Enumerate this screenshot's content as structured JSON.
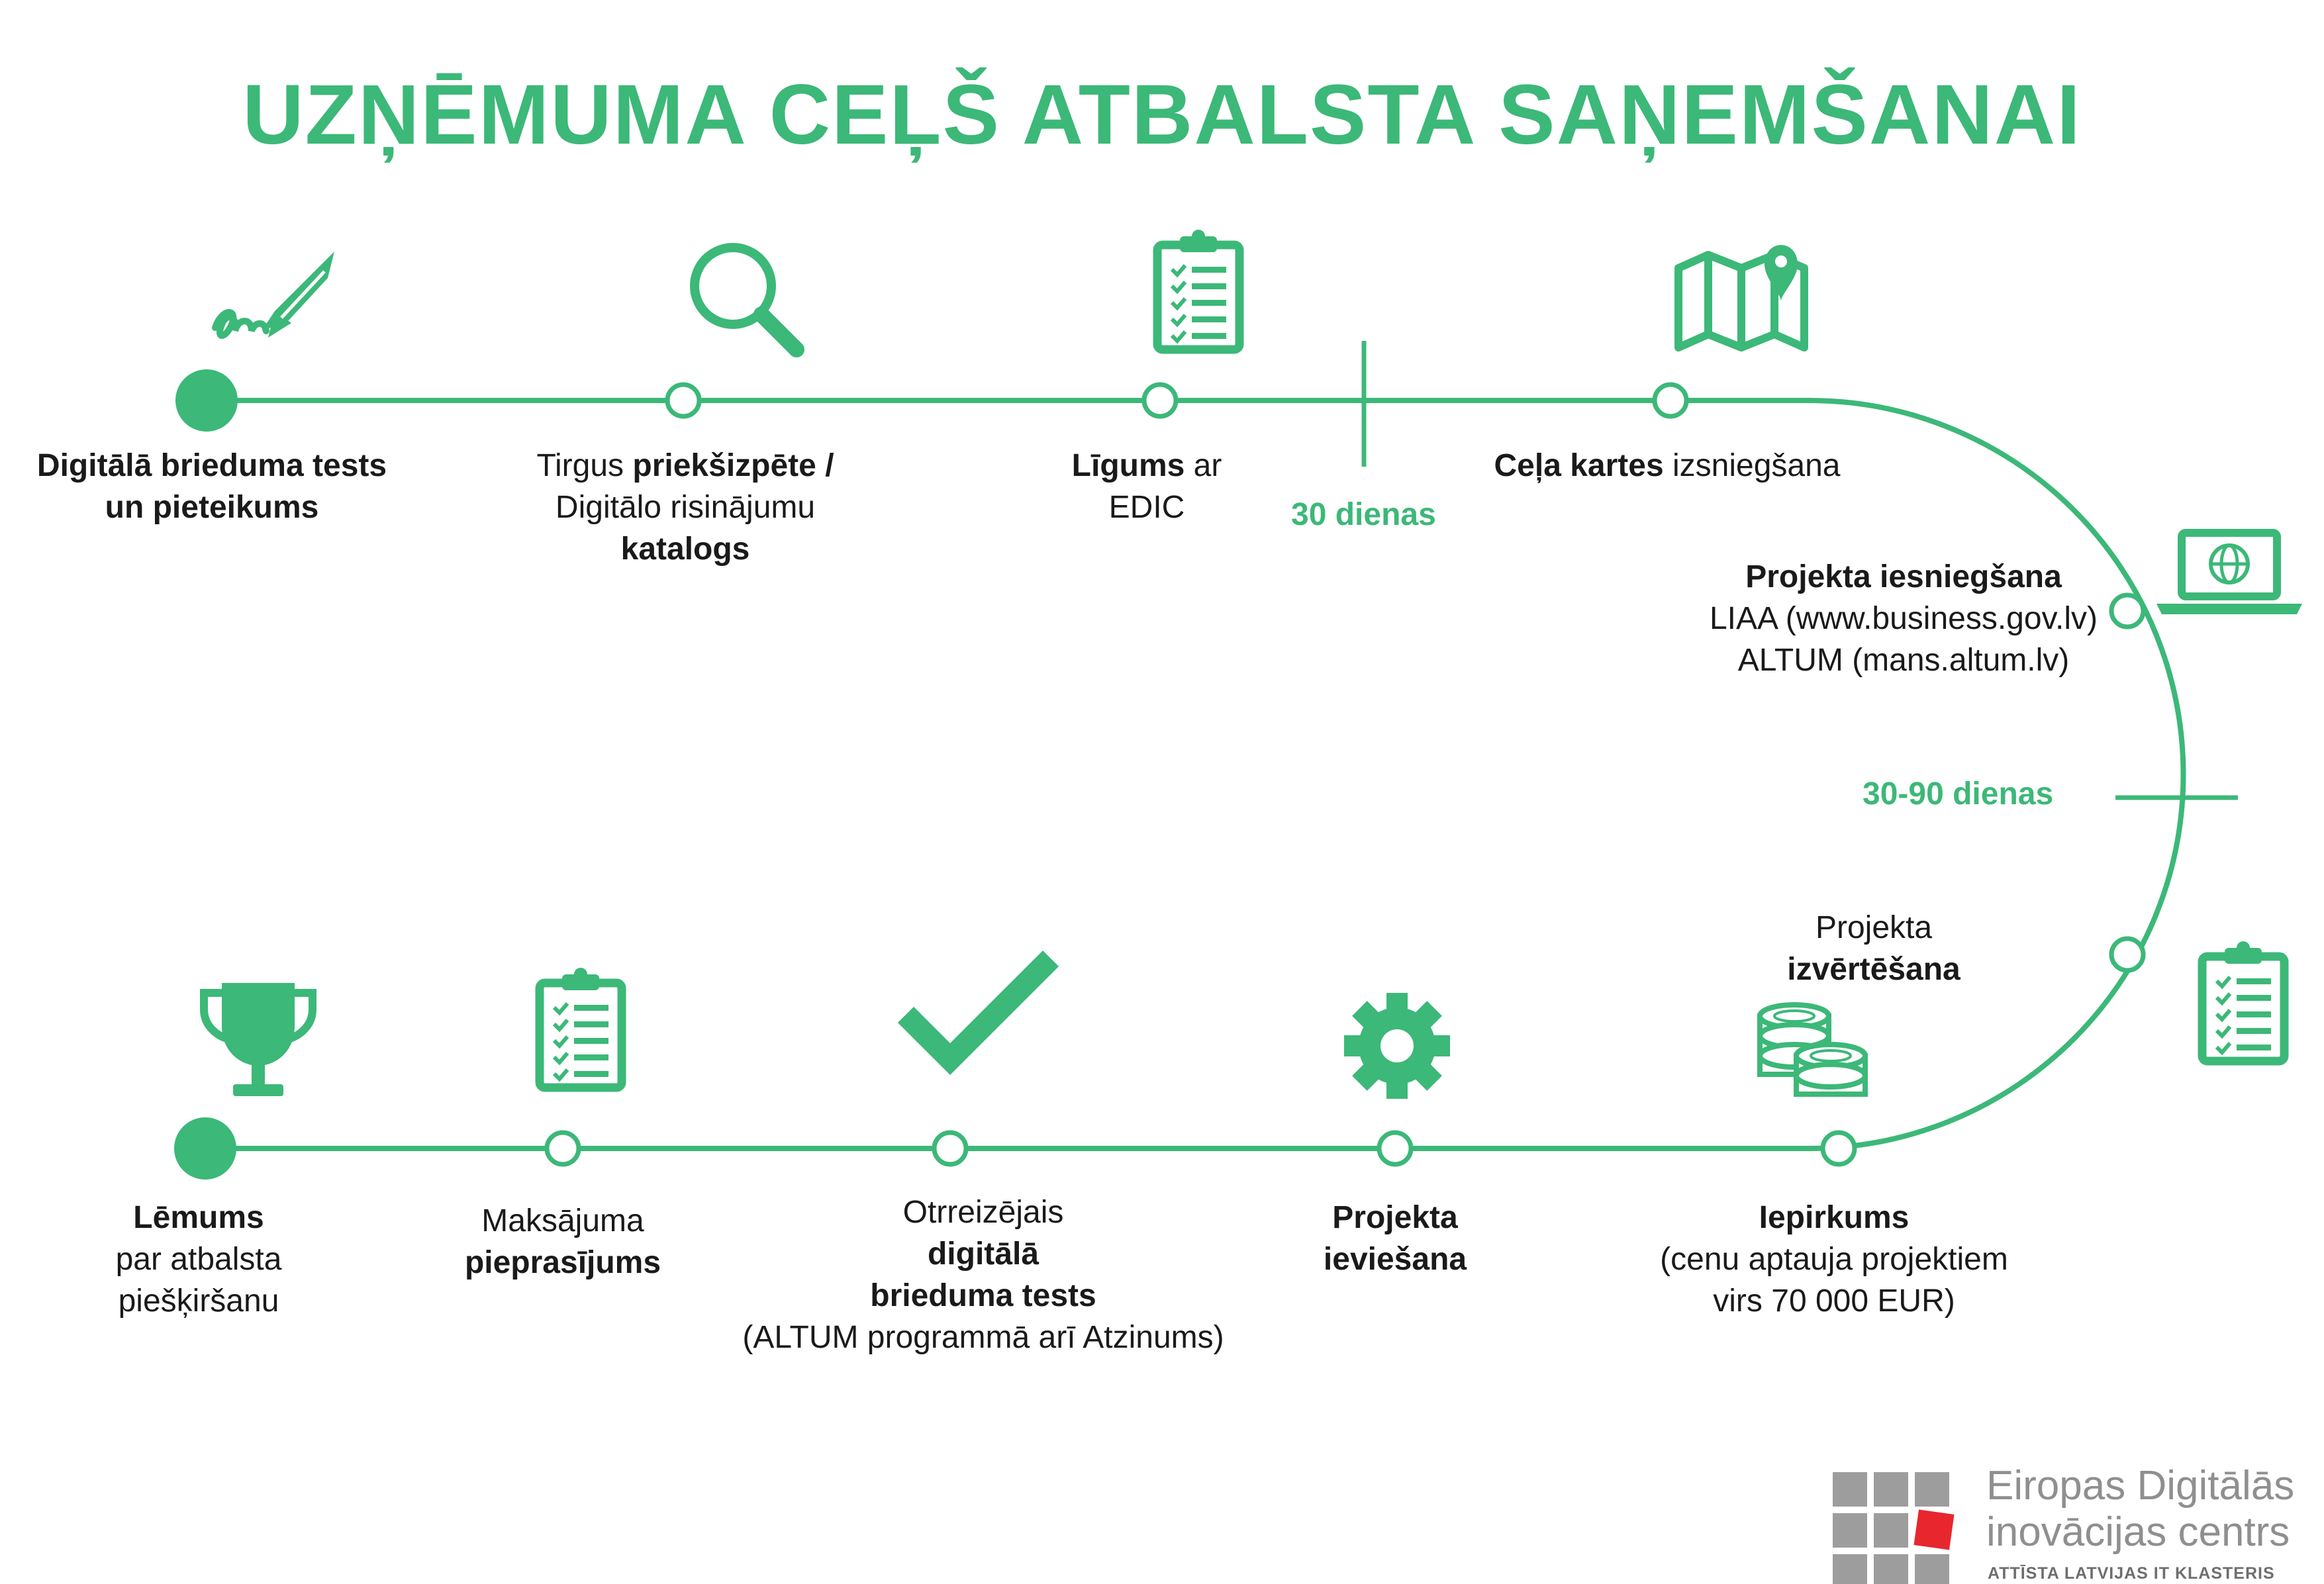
{
  "title": "UZŅĒMUMA CEĻŠ ATBALSTA SAŅEMŠANAI",
  "accent_color": "#3cb878",
  "steps": [
    {
      "id": "s1",
      "icon": "signature-pen-icon",
      "lines": [
        [
          {
            "t": "Digitālā brieduma tests",
            "b": true
          }
        ],
        [
          {
            "t": "un pieteikums",
            "b": true
          }
        ]
      ]
    },
    {
      "id": "s2",
      "icon": "magnifier-icon",
      "lines": [
        [
          {
            "t": "Tirgus ",
            "b": false
          },
          {
            "t": "priekšizpēte /",
            "b": true
          }
        ],
        [
          {
            "t": "Digitālo risinājumu",
            "b": false
          }
        ],
        [
          {
            "t": "katalogs",
            "b": true
          }
        ]
      ]
    },
    {
      "id": "s3",
      "icon": "clipboard-checklist-icon",
      "lines": [
        [
          {
            "t": "Līgums",
            "b": true
          },
          {
            "t": " ar",
            "b": false
          }
        ],
        [
          {
            "t": "EDIC",
            "b": false
          }
        ]
      ]
    },
    {
      "id": "s4",
      "icon": "map-pin-icon",
      "lines": [
        [
          {
            "t": "Ceļa kartes",
            "b": true
          },
          {
            "t": " izsniegšana",
            "b": false
          }
        ]
      ]
    },
    {
      "id": "s5",
      "icon": "laptop-globe-icon",
      "lines": [
        [
          {
            "t": "Projekta iesniegšana",
            "b": true
          }
        ],
        [
          {
            "t": "LIAA (www.business.gov.lv)",
            "b": false
          }
        ],
        [
          {
            "t": "ALTUM (mans.altum.lv)",
            "b": false
          }
        ]
      ]
    },
    {
      "id": "s6",
      "icon": "clipboard-checklist-icon",
      "lines": [
        [
          {
            "t": "Projekta",
            "b": false
          }
        ],
        [
          {
            "t": "izvērtēšana",
            "b": true
          }
        ]
      ]
    },
    {
      "id": "s7",
      "icon": "coins-stack-icon",
      "lines": [
        [
          {
            "t": "Iepirkums",
            "b": true
          }
        ],
        [
          {
            "t": "(cenu aptauja projektiem",
            "b": false
          }
        ],
        [
          {
            "t": "virs 70 000 EUR)",
            "b": false
          }
        ]
      ]
    },
    {
      "id": "s8",
      "icon": "gear-icon",
      "lines": [
        [
          {
            "t": "Projekta",
            "b": true
          }
        ],
        [
          {
            "t": "ieviešana",
            "b": true
          }
        ]
      ]
    },
    {
      "id": "s9",
      "icon": "checkmark-icon",
      "lines": [
        [
          {
            "t": "Otrreizējais",
            "b": false
          }
        ],
        [
          {
            "t": "digitālā",
            "b": true
          }
        ],
        [
          {
            "t": "brieduma tests",
            "b": true
          }
        ],
        [
          {
            "t": "(ALTUM programmā arī Atzinums)",
            "b": false
          }
        ]
      ]
    },
    {
      "id": "s10",
      "icon": "clipboard-checklist-icon",
      "lines": [
        [
          {
            "t": "Maksājuma",
            "b": false
          }
        ],
        [
          {
            "t": "pieprasījums",
            "b": true
          }
        ]
      ]
    },
    {
      "id": "s11",
      "icon": "trophy-icon",
      "lines": [
        [
          {
            "t": "Lēmums",
            "b": true
          }
        ],
        [
          {
            "t": "par atbalsta",
            "b": false
          }
        ],
        [
          {
            "t": "piešķiršanu",
            "b": false
          }
        ]
      ]
    }
  ],
  "durations": {
    "first": "30 dienas",
    "second": "30-90 dienas"
  },
  "logo": {
    "line1": "Eiropas Digitālās",
    "line2": "inovācijas centrs",
    "tagline": "ATTĪSTA LATVIJAS IT KLASTERIS",
    "accent_color": "#e8262e",
    "grey_color": "#9d9d9d"
  }
}
